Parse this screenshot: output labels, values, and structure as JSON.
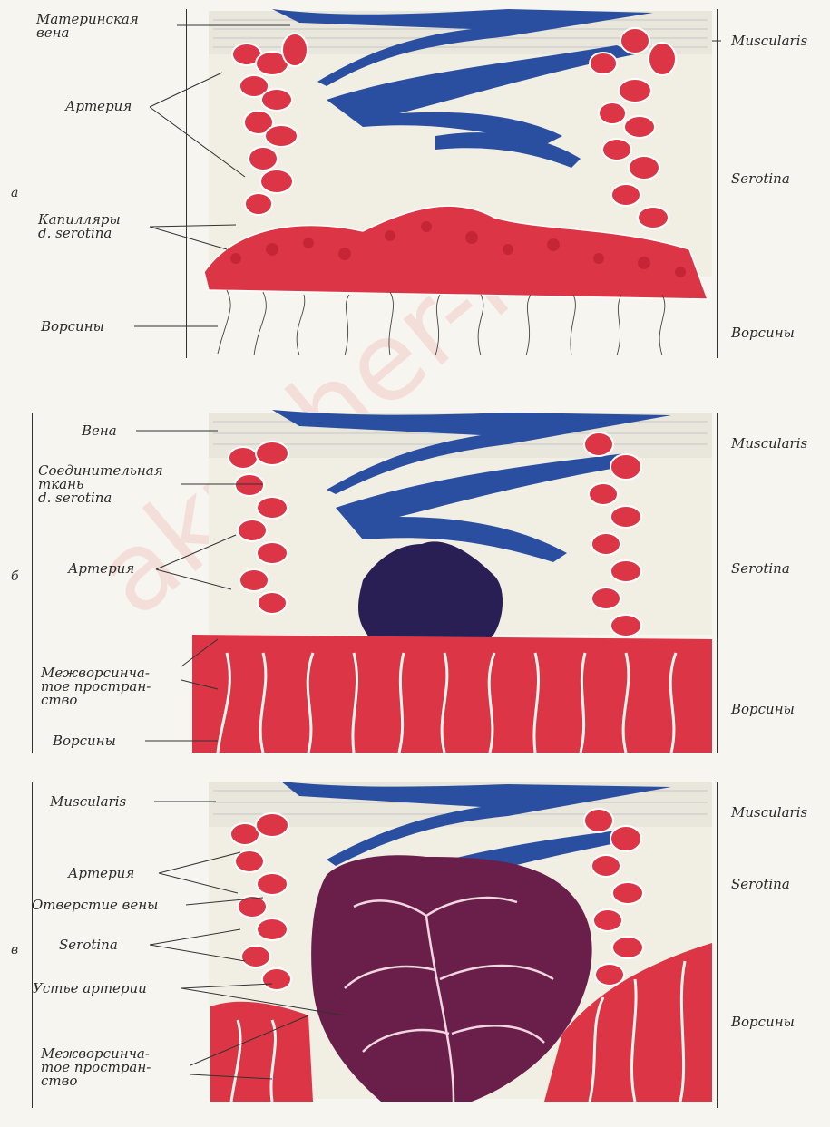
{
  "panel_a": {
    "letter": "а",
    "left_labels": {
      "maternal_vein": "Материнская\nвена",
      "artery": "Артерия",
      "capillaries": "Капилляры\nd. serotina",
      "villi": "Ворсины"
    },
    "right_labels": {
      "muscularis": "Muscularis",
      "serotina": "Serotina",
      "villi": "Ворсины"
    }
  },
  "panel_b": {
    "letter": "б",
    "left_labels": {
      "vein": "Вена",
      "connective": "Соединительная\nткань\nd. serotina",
      "artery": "Артерия",
      "intervillous": "Межворсинча-\nтое простран-\nство",
      "villi": "Ворсины"
    },
    "right_labels": {
      "muscularis": "Muscularis",
      "serotina": "Serotina",
      "villi": "Ворсины"
    }
  },
  "panel_c": {
    "letter": "в",
    "left_labels": {
      "muscularis": "Muscularis",
      "artery": "Артерия",
      "vein_opening": "Отверстие вены",
      "serotina": "Serotina",
      "artery_mouth": "Устье артерии",
      "intervillous": "Межворсинча-\nтое простран-\nство"
    },
    "right_labels": {
      "muscularis": "Muscularis",
      "serotina": "Serotina",
      "villi": "Ворсины"
    }
  },
  "colors": {
    "artery_red": "#dc3545",
    "vein_blue": "#2b4fa0",
    "dark_blood": "#3b1f5a",
    "tissue": "#f7f5ef"
  },
  "watermark": "akusher-lib.ru"
}
